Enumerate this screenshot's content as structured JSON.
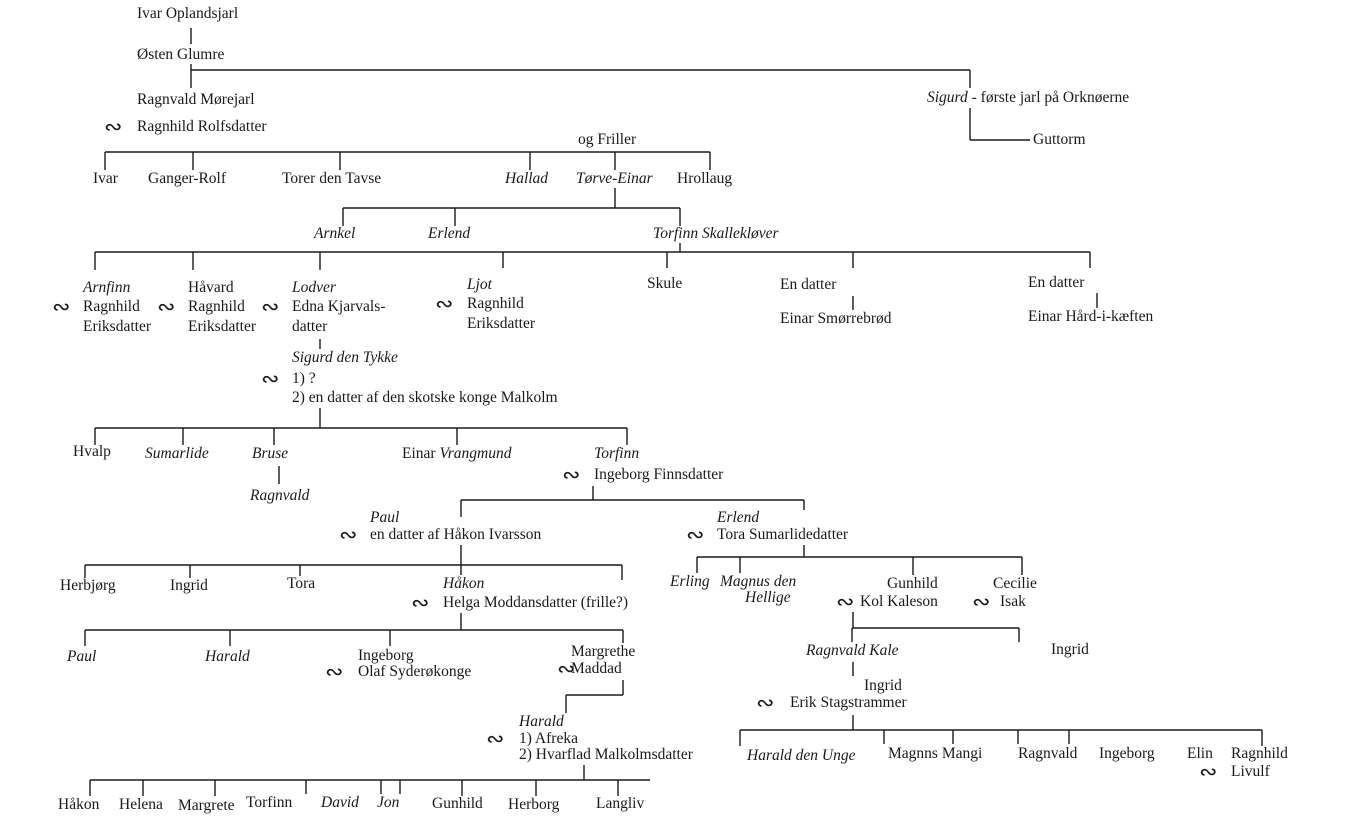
{
  "marriage_symbol": "∾",
  "people": {
    "ivar_oplandsjarl": "Ivar Oplandsjarl",
    "osten_glumre": "Østen Glumre",
    "ragnvald_morejarl": "Ragnvald Mørejarl",
    "ragnhild_rolfsdatter": "Ragnhild Rolfsdatter",
    "sigurd": "Sigurd",
    "sigurd_note": " - første jarl på Orknøerne",
    "guttorm": "Guttorm",
    "og_friller": "og Friller",
    "ivar": "Ivar",
    "ganger_rolf": "Ganger-Rolf",
    "torer": "Torer den Tavse",
    "hallad": "Hallad",
    "torve_einar": "Tørve-Einar",
    "hrollaug": "Hrollaug",
    "arnkel": "Arnkel",
    "erlend1": "Erlend",
    "torfinn_skallelover": "Torfinn Skallekløver",
    "arnfinn": "Arnfinn",
    "ragnhild": "Ragnhild",
    "eriksdatter": "Eriksdatter",
    "havard": "Håvard",
    "lodver": "Lodver",
    "edna1": "Edna Kjarvals-",
    "edna2": "datter",
    "ljot": "Ljot",
    "skule": "Skule",
    "en_datter": "En datter",
    "einar_smorrebrod": "Einar Smørrebrød",
    "einar_hard": "Einar Hård-i-kæften",
    "sigurd_tykke": "Sigurd den Tykke",
    "sigurd_w1": "1) ?",
    "sigurd_w2": "2) en datter af den skotske konge Malkolm",
    "hvalp": "Hvalp",
    "sumarlide": "Sumarlide",
    "bruse": "Bruse",
    "ragnvald_bruse": "Ragnvald",
    "einar": "Einar ",
    "vrangmund": "Vrangmund",
    "torfinn": "Torfinn",
    "ingeborg_finnsdatter": "Ingeborg Finnsdatter",
    "paul": "Paul",
    "paul_wife": "en datter af Håkon Ivarsson",
    "erlend2": "Erlend",
    "tora_sumarlidedatter": "Tora Sumarlidedatter",
    "herbjorg": "Herbjørg",
    "ingrid": "Ingrid",
    "tora": "Tora",
    "hakon": "Håkon",
    "helga": "Helga Moddansdatter (frille?)",
    "erling": "Erling",
    "magnus1": "Magnus den",
    "magnus2": "Hellige",
    "gunhild": "Gunhild",
    "kol": "Kol Kaleson",
    "cecilie": "Cecilie",
    "isak": "Isak",
    "paul2": "Paul",
    "harald1": "Harald",
    "ingeborg": "Ingeborg",
    "olaf": "Olaf Syderøkonge",
    "margrethe": "Margrethe",
    "maddad": "Maddad",
    "ragnvald_kale": "Ragnvald Kale",
    "ingrid_kale_sis": "Ingrid",
    "ingrid_kale": "Ingrid",
    "erik": "Erik Stagstrammer",
    "harald2": "Harald",
    "afreka": "1) Afreka",
    "hvarflad": "2) Hvarflad Malkolmsdatter",
    "harald_unge": "Harald den Unge",
    "magnns": "Magnns Mangi",
    "ragnvald_e": "Ragnvald",
    "ingeborg_e": "Ingeborg",
    "elin": "Elin",
    "ragnhild_e": "Ragnhild",
    "livulf": "Livulf",
    "b_hakon": "Håkon",
    "b_helena": "Helena",
    "b_margrete": "Margrete",
    "b_torfinn": "Torfinn",
    "b_david": "David",
    "b_jon": "Jon",
    "b_gunhild": "Gunhild",
    "b_herborg": "Herborg",
    "b_langliv": "Langliv"
  }
}
